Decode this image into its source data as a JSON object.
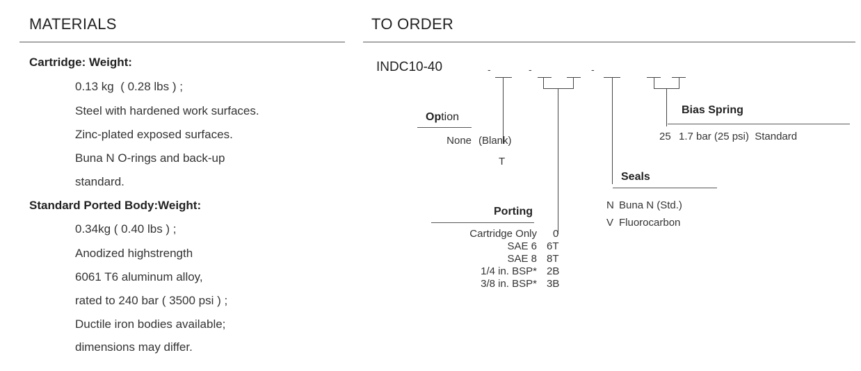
{
  "materials": {
    "title": "MATERIALS",
    "cartridge_heading": "Cartridge: Weight:",
    "cartridge_lines": [
      "0.13 kg  ( 0.28 lbs ) ;",
      "Steel with hardened work surfaces.",
      "Zinc-plated exposed surfaces.",
      "Buna N O-rings and back-up",
      "standard."
    ],
    "body_heading": "Standard Ported Body:Weight:",
    "body_lines": [
      "0.34kg ( 0.40 lbs ) ;",
      "Anodized highstrength",
      "6061 T6 aluminum alloy,",
      "rated to 240 bar ( 3500 psi ) ;",
      "Ductile iron bodies available;",
      "dimensions may differ."
    ]
  },
  "order": {
    "title": "TO ORDER",
    "part_number": "INDC10-40",
    "dash": "-",
    "option": {
      "heading_bold": "Op",
      "heading_rest": "tion",
      "rows": [
        {
          "label": "None",
          "code": "(Blank)"
        },
        {
          "label": "",
          "code": "T"
        }
      ]
    },
    "porting": {
      "heading": "Porting",
      "rows": [
        {
          "label": "Cartridge Only",
          "code": "0"
        },
        {
          "label": "SAE 6",
          "code": "6T"
        },
        {
          "label": "SAE 8",
          "code": "8T"
        },
        {
          "label": "1/4 in. BSP*",
          "code": "2B"
        },
        {
          "label": "3/8 in. BSP*",
          "code": "3B"
        }
      ]
    },
    "seals": {
      "heading": "Seals",
      "rows": [
        {
          "code": "N",
          "label": "Buna N (Std.)"
        },
        {
          "code": "V",
          "label": "Fluorocarbon"
        }
      ]
    },
    "bias_spring": {
      "heading": "Bias Spring",
      "rows": [
        {
          "code": "25",
          "label": "1.7 bar (25 psi)  Standard"
        }
      ]
    }
  }
}
